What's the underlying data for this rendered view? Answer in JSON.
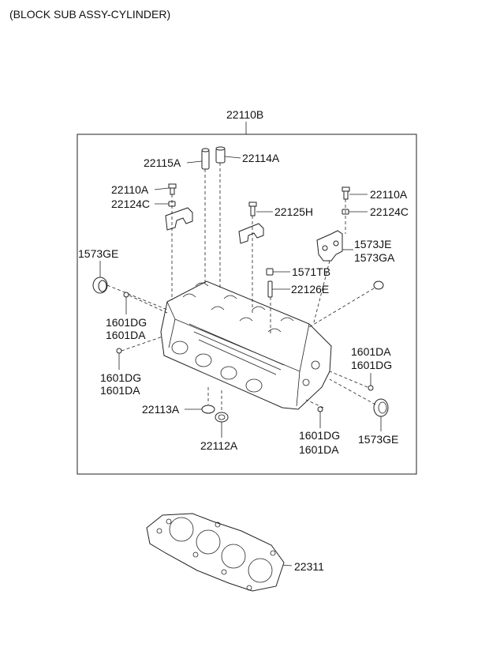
{
  "title": "(BLOCK SUB ASSY-CYLINDER)",
  "assembly_label": "22110B",
  "labels": {
    "p22115A": "22115A",
    "p22114A": "22114A",
    "p22110A_left": "22110A",
    "p22124C_left": "22124C",
    "p22125H": "22125H",
    "p22110A_right": "22110A",
    "p22124C_right": "22124C",
    "p1573JE": "1573JE",
    "p1573GA": "1573GA",
    "p1573GE_left": "1573GE",
    "p1571TB": "1571TB",
    "p22126E": "22126E",
    "p1601DG_a": "1601DG",
    "p1601DA_a": "1601DA",
    "p1601DG_b": "1601DG",
    "p1601DA_b": "1601DA",
    "p1601DA_c": "1601DA",
    "p1601DG_c": "1601DG",
    "p22113A": "22113A",
    "p22112A": "22112A",
    "p1601DG_d": "1601DG",
    "p1601DA_d": "1601DA",
    "p1573GE_right": "1573GE",
    "p22311": "22311"
  }
}
